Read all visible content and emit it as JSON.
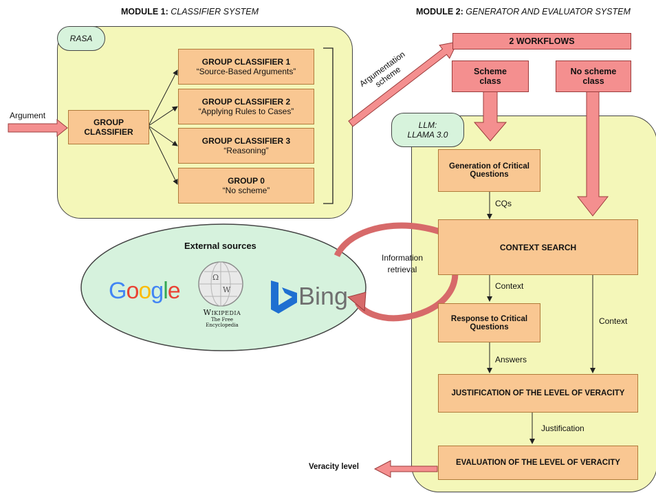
{
  "module1": {
    "bold": "MODULE 1:",
    "italic": "CLASSIFIER SYSTEM"
  },
  "module2": {
    "bold": "MODULE 2:",
    "italic": "GENERATOR AND EVALUATOR SYSTEM"
  },
  "rasa": "RASA",
  "input_label": "Argument",
  "group_classifier": "GROUP CLASSIFIER",
  "groups": [
    {
      "title": "GROUP CLASSIFIER 1",
      "subtitle": "“Source-Based Arguments”"
    },
    {
      "title": "GROUP CLASSIFIER 2",
      "subtitle": "“Applying Rules to Cases”"
    },
    {
      "title": "GROUP CLASSIFIER 3",
      "subtitle": "“Reasoning”"
    },
    {
      "title": "GROUP 0",
      "subtitle": "“No scheme”"
    }
  ],
  "arg_scheme_label": "Argumentation scheme",
  "workflows": "2 WORKFLOWS",
  "scheme_class": "Scheme class",
  "no_scheme_class": "No scheme class",
  "llm_tag": {
    "line1": "LLM:",
    "line2": "LLAMA 3.0"
  },
  "gen_cq": "Generation of Critical Questions",
  "cqs_label": "CQs",
  "context_search": "CONTEXT SEARCH",
  "context_label_1": "Context",
  "context_label_2": "Context",
  "response_cq": "Response to Critical Questions",
  "answers_label": "Answers",
  "justification_box": "JUSTIFICATION OF THE LEVEL OF VERACITY",
  "justification_label": "Justification",
  "evaluation_box": "EVALUATION OF THE LEVEL OF VERACITY",
  "veracity_level": "Veracity level",
  "external_sources": "External sources",
  "info_retrieval": "Information retrieval",
  "logos": {
    "google": "Google",
    "wikipedia": "Wikipedia",
    "wikipedia_sub": "The Free Encyclopedia",
    "bing": "Bing"
  },
  "colors": {
    "panel": "#f4f7b9",
    "box": "#f9c792",
    "arrow": "#f48f8f",
    "tag": "#d7f3dc",
    "ellipse": "#d6f2dd"
  }
}
